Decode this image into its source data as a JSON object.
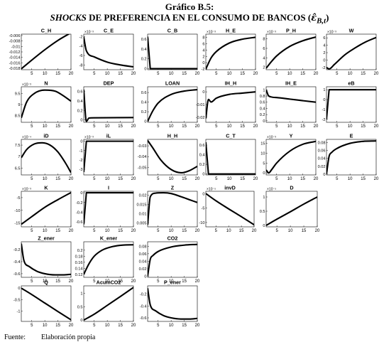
{
  "figure": {
    "number": "Gráfico B.5:",
    "title_italic": "SHOCKS",
    "title_rest": " DE PREFERENCIA EN EL CONSUMO DE BANCOS (",
    "title_symbol": "ε̂",
    "title_subscript": "B,t",
    "title_close": ")"
  },
  "footer": {
    "label": "Fuente:",
    "text": "Elaboración propia"
  },
  "colors": {
    "line": "#000000",
    "axis": "#000000"
  },
  "chart_data": [
    {
      "type": "line",
      "title": "C_H",
      "xticks": [
        5,
        10,
        15,
        20
      ],
      "yticks": [
        "-0.006",
        "-0.008",
        "-0.01",
        "-0.012",
        "-0.014",
        "-0.016",
        "-0.018"
      ],
      "ytick_values": [
        -0.006,
        -0.008,
        -0.01,
        -0.012,
        -0.014,
        -0.016,
        -0.018
      ],
      "xlim": [
        1,
        20
      ],
      "ylim": [
        -0.0185,
        -0.0055
      ],
      "x": [
        1,
        5,
        10,
        15,
        20
      ],
      "y": [
        -0.0182,
        -0.015,
        -0.0112,
        -0.0078,
        -0.005
      ]
    },
    {
      "type": "line",
      "title": "C_E",
      "exponent": "×10⁻³",
      "xticks": [
        5,
        10,
        15,
        20
      ],
      "yticks": [
        "-2",
        "-4",
        "-6",
        "-8"
      ],
      "ytick_values": [
        -2,
        -4,
        -6,
        -8
      ],
      "xlim": [
        1,
        20
      ],
      "ylim": [
        -9,
        -1.5
      ],
      "x": [
        1,
        2,
        5,
        10,
        15,
        20
      ],
      "y": [
        -2.1,
        -5.0,
        -6.3,
        -7.4,
        -8.0,
        -8.4
      ]
    },
    {
      "type": "line",
      "title": "C_B",
      "xticks": [
        5,
        10,
        15,
        20
      ],
      "yticks": [
        "0.6",
        "0.4",
        "0.2",
        "0"
      ],
      "ytick_values": [
        0.6,
        0.4,
        0.2,
        0
      ],
      "xlim": [
        1,
        20
      ],
      "ylim": [
        -0.02,
        0.7
      ],
      "x": [
        1,
        2,
        3,
        20
      ],
      "y": [
        0.65,
        0.0,
        0.0,
        0.0
      ]
    },
    {
      "type": "line",
      "title": "H_E",
      "exponent": "×10⁻³",
      "xticks": [
        5,
        10,
        15,
        20
      ],
      "yticks": [
        "8",
        "6",
        "4",
        "2",
        "0",
        "-2"
      ],
      "ytick_values": [
        8,
        6,
        4,
        2,
        0,
        -2
      ],
      "xlim": [
        1,
        20
      ],
      "ylim": [
        -2.2,
        9
      ],
      "x": [
        1,
        3,
        5,
        10,
        15,
        20
      ],
      "y": [
        -2.0,
        1.5,
        3.5,
        6.2,
        7.4,
        8.0
      ]
    },
    {
      "type": "line",
      "title": "P_H",
      "exponent": "×10⁻³",
      "xticks": [
        5,
        10,
        15,
        20
      ],
      "yticks": [
        "8",
        "6",
        "4",
        "2"
      ],
      "ytick_values": [
        8,
        6,
        4,
        2
      ],
      "xlim": [
        1,
        20
      ],
      "ylim": [
        1.5,
        9
      ],
      "x": [
        1,
        3,
        5,
        10,
        15,
        20
      ],
      "y": [
        1.8,
        3.2,
        4.4,
        6.4,
        7.6,
        8.4
      ]
    },
    {
      "type": "line",
      "title": "W",
      "exponent": "×10⁻³",
      "xticks": [
        5,
        10,
        15,
        20
      ],
      "yticks": [
        "6",
        "4",
        "2",
        "0",
        "-2"
      ],
      "ytick_values": [
        6,
        4,
        2,
        0,
        -2
      ],
      "xlim": [
        1,
        20
      ],
      "ylim": [
        -2.6,
        7
      ],
      "x": [
        1,
        2,
        4,
        8,
        12,
        16,
        20
      ],
      "y": [
        -2.0,
        -2.4,
        -1.2,
        1.4,
        3.3,
        4.9,
        6.1
      ]
    },
    {
      "type": "line",
      "title": "N",
      "exponent": "×10⁻³",
      "xticks": [
        5,
        10,
        15,
        20
      ],
      "yticks": [
        "9.5",
        "9",
        "8.5"
      ],
      "ytick_values": [
        9.5,
        9,
        8.5
      ],
      "xlim": [
        1,
        20
      ],
      "ylim": [
        8.2,
        9.8
      ],
      "x": [
        1,
        3,
        6,
        10,
        14,
        17,
        20
      ],
      "y": [
        8.4,
        9.1,
        9.5,
        9.65,
        9.6,
        9.4,
        9.15
      ]
    },
    {
      "type": "line",
      "title": "DEP",
      "xticks": [
        5,
        10,
        15,
        20
      ],
      "yticks": [
        "0.6",
        "0.4",
        "0.2",
        "0"
      ],
      "ytick_values": [
        0.6,
        0.4,
        0.2,
        0
      ],
      "xlim": [
        1,
        20
      ],
      "ylim": [
        -0.05,
        0.7
      ],
      "x": [
        1,
        2,
        3,
        5,
        20
      ],
      "y": [
        0.64,
        -0.03,
        0.04,
        0.045,
        0.05
      ]
    },
    {
      "type": "line",
      "title": "LOAN",
      "xticks": [
        5,
        10,
        15,
        20
      ],
      "yticks": [
        "0.6",
        "0.4",
        "0.2",
        "0"
      ],
      "ytick_values": [
        0.6,
        0.4,
        0.2,
        0
      ],
      "xlim": [
        1,
        20
      ],
      "ylim": [
        -0.02,
        0.72
      ],
      "x": [
        1,
        3,
        5,
        10,
        15,
        20
      ],
      "y": [
        0.0,
        0.22,
        0.38,
        0.56,
        0.63,
        0.66
      ]
    },
    {
      "type": "line",
      "title": "IH_H",
      "xticks": [
        5,
        10,
        15,
        20
      ],
      "yticks": [
        "0",
        "-0.01",
        "-0.02"
      ],
      "ytick_values": [
        0,
        -0.01,
        -0.02
      ],
      "xlim": [
        1,
        20
      ],
      "ylim": [
        -0.024,
        0.004
      ],
      "x": [
        1,
        2,
        3,
        5,
        10,
        15,
        20
      ],
      "y": [
        -0.021,
        -0.006,
        -0.008,
        -0.005,
        -0.002,
        -0.001,
        0.0
      ]
    },
    {
      "type": "line",
      "title": "IH_E",
      "xticks": [
        5,
        10,
        15,
        20
      ],
      "yticks": [
        "1",
        "0.8",
        "0.6",
        "0.4",
        "0.2",
        "0"
      ],
      "ytick_values": [
        1,
        0.8,
        0.6,
        0.4,
        0.2,
        0
      ],
      "xlim": [
        1,
        20
      ],
      "ylim": [
        -0.05,
        1.1
      ],
      "x": [
        1,
        2,
        5,
        10,
        15,
        20
      ],
      "y": [
        1.0,
        0.8,
        0.75,
        0.7,
        0.65,
        0.6
      ]
    },
    {
      "type": "line",
      "title": "eB",
      "xticks": [
        5,
        10,
        15,
        20
      ],
      "yticks": [
        "1",
        "0",
        "-1",
        "-2"
      ],
      "ytick_values": [
        1,
        0,
        -1,
        -2
      ],
      "xlim": [
        1,
        20
      ],
      "ylim": [
        -2.3,
        1.3
      ],
      "x": [
        1,
        2,
        3,
        20
      ],
      "y": [
        -2.0,
        1.0,
        1.0,
        1.0
      ]
    },
    {
      "type": "line",
      "title": "iD",
      "exponent": "×10⁻⁴",
      "xticks": [
        5,
        10,
        15,
        20
      ],
      "yticks": [
        "7.5",
        "7",
        "6.5"
      ],
      "ytick_values": [
        7.5,
        7,
        6.5
      ],
      "xlim": [
        1,
        20
      ],
      "ylim": [
        6.2,
        7.75
      ],
      "x": [
        1,
        3,
        6,
        9,
        12,
        15,
        18,
        20
      ],
      "y": [
        6.95,
        7.3,
        7.55,
        7.6,
        7.5,
        7.2,
        6.7,
        6.3
      ]
    },
    {
      "type": "line",
      "title": "iL",
      "exponent": "×10⁻³",
      "xticks": [
        5,
        10,
        15,
        20
      ],
      "yticks": [
        "0",
        "-1",
        "-2",
        "-3"
      ],
      "ytick_values": [
        0,
        -1,
        -2,
        -3
      ],
      "xlim": [
        1,
        20
      ],
      "ylim": [
        -3.6,
        0.2
      ],
      "x": [
        1,
        2,
        3,
        20
      ],
      "y": [
        -3.3,
        0.0,
        0.0,
        0.0
      ]
    },
    {
      "type": "line",
      "title": "H_H",
      "xticks": [
        5,
        10,
        15,
        20
      ],
      "yticks": [
        "-0.03",
        "-0.04",
        "-0.05"
      ],
      "ytick_values": [
        -0.03,
        -0.04,
        -0.05
      ],
      "xlim": [
        1,
        20
      ],
      "ylim": [
        -0.057,
        -0.024
      ],
      "x": [
        1,
        3,
        6,
        10,
        14,
        17,
        20
      ],
      "y": [
        -0.025,
        -0.032,
        -0.043,
        -0.052,
        -0.055,
        -0.053,
        -0.049
      ]
    },
    {
      "type": "line",
      "title": "C_T",
      "xticks": [
        5,
        10,
        15,
        20
      ],
      "yticks": [
        "0.6",
        "0.4",
        "0.2",
        "0"
      ],
      "ytick_values": [
        0.6,
        0.4,
        0.2,
        0
      ],
      "xlim": [
        1,
        20
      ],
      "ylim": [
        -0.02,
        0.72
      ],
      "x": [
        1,
        2,
        3,
        20
      ],
      "y": [
        0.66,
        0.0,
        0.0,
        0.0
      ]
    },
    {
      "type": "line",
      "title": "Y",
      "exponent": "×10⁻³",
      "xticks": [
        5,
        10,
        15,
        20
      ],
      "yticks": [
        "15",
        "10",
        "5",
        "0"
      ],
      "ytick_values": [
        15,
        10,
        5,
        0
      ],
      "xlim": [
        1,
        20
      ],
      "ylim": [
        -1,
        17
      ],
      "x": [
        1,
        2,
        3,
        5,
        10,
        15,
        20
      ],
      "y": [
        1.5,
        0.0,
        1.5,
        5.0,
        11.0,
        14.5,
        16.0
      ]
    },
    {
      "type": "line",
      "title": "E",
      "xticks": [
        5,
        10,
        15,
        20
      ],
      "yticks": [
        "0.08",
        "0.06",
        "0.04",
        "0.02",
        "0"
      ],
      "ytick_values": [
        0.08,
        0.06,
        0.04,
        0.02,
        0
      ],
      "xlim": [
        1,
        20
      ],
      "ylim": [
        -0.002,
        0.088
      ],
      "x": [
        1,
        2,
        3,
        5,
        10,
        15,
        20
      ],
      "y": [
        0.0,
        0.045,
        0.055,
        0.065,
        0.078,
        0.083,
        0.084
      ]
    },
    {
      "type": "line",
      "title": "K",
      "exponent": "×10⁻³",
      "xticks": [
        5,
        10,
        15,
        20
      ],
      "yticks": [
        "-5",
        "-10",
        "-15"
      ],
      "ytick_values": [
        -5,
        -10,
        -15
      ],
      "xlim": [
        1,
        20
      ],
      "ylim": [
        -16.5,
        -2.5
      ],
      "x": [
        1,
        5,
        10,
        15,
        20
      ],
      "y": [
        -15.5,
        -12.5,
        -8.8,
        -5.8,
        -3.0
      ]
    },
    {
      "type": "line",
      "title": "I",
      "xticks": [
        5,
        10,
        15,
        20
      ],
      "yticks": [
        "0",
        "-0.2",
        "-0.4",
        "-0.6"
      ],
      "ytick_values": [
        0,
        -0.2,
        -0.4,
        -0.6
      ],
      "xlim": [
        1,
        20
      ],
      "ylim": [
        -0.7,
        0.03
      ],
      "x": [
        1,
        2,
        3,
        20
      ],
      "y": [
        -0.65,
        0.0,
        0.0,
        0.0
      ]
    },
    {
      "type": "line",
      "title": "Z",
      "xticks": [
        5,
        10,
        15,
        20
      ],
      "yticks": [
        "0.02",
        "0.015",
        "0.01",
        "0.005"
      ],
      "ytick_values": [
        0.02,
        0.015,
        0.01,
        0.005
      ],
      "xlim": [
        1,
        20
      ],
      "ylim": [
        0.003,
        0.022
      ],
      "x": [
        1,
        2,
        4,
        7,
        10,
        14,
        17,
        20
      ],
      "y": [
        0.004,
        0.019,
        0.021,
        0.0212,
        0.0208,
        0.019,
        0.0175,
        0.016
      ]
    },
    {
      "type": "line",
      "title": "invD",
      "exponent": "×10⁻⁵",
      "xticks": [
        5,
        10,
        15,
        20
      ],
      "yticks": [
        "0",
        "-5",
        "-10"
      ],
      "ytick_values": [
        0,
        -5,
        -10
      ],
      "xlim": [
        1,
        20
      ],
      "ylim": [
        -11.5,
        0.8
      ],
      "x": [
        1,
        5,
        10,
        15,
        20
      ],
      "y": [
        0.0,
        -2.5,
        -5.3,
        -8.0,
        -10.8
      ]
    },
    {
      "type": "line",
      "title": "D",
      "exponent": "×10⁻⁵",
      "xticks": [
        5,
        10,
        15,
        20
      ],
      "yticks": [
        "1",
        "0.5",
        "0"
      ],
      "ytick_values": [
        1,
        0.5,
        0
      ],
      "xlim": [
        1,
        20
      ],
      "ylim": [
        -0.05,
        1.2
      ],
      "x": [
        1,
        5,
        10,
        15,
        20
      ],
      "y": [
        0.0,
        0.22,
        0.48,
        0.75,
        1.0
      ]
    },
    {
      "type": "line",
      "title": "Z_ener",
      "xticks": [
        5,
        10,
        15,
        20
      ],
      "yticks": [
        "-0.2",
        "-0.4",
        "-0.6"
      ],
      "ytick_values": [
        -0.2,
        -0.4,
        -0.6
      ],
      "xlim": [
        1,
        20
      ],
      "ylim": [
        -0.66,
        -0.07
      ],
      "x": [
        1,
        2,
        4,
        7,
        10,
        14,
        17,
        20
      ],
      "y": [
        -0.1,
        -0.38,
        -0.48,
        -0.56,
        -0.6,
        -0.62,
        -0.62,
        -0.61
      ]
    },
    {
      "type": "line",
      "title": "K_ener",
      "xticks": [
        5,
        10,
        15,
        20
      ],
      "yticks": [
        "0.2",
        "0.18",
        "0.16",
        "0.14",
        "0.12"
      ],
      "ytick_values": [
        0.2,
        0.18,
        0.16,
        0.14,
        0.12
      ],
      "xlim": [
        1,
        20
      ],
      "ylim": [
        0.11,
        0.228
      ],
      "x": [
        1,
        3,
        5,
        8,
        12,
        16,
        20
      ],
      "y": [
        0.12,
        0.155,
        0.18,
        0.2,
        0.212,
        0.217,
        0.218
      ]
    },
    {
      "type": "line",
      "title": "CO2",
      "xticks": [
        5,
        10,
        15,
        20
      ],
      "yticks": [
        "0.08",
        "0.06",
        "0.04",
        "0.02",
        "0"
      ],
      "ytick_values": [
        0.08,
        0.06,
        0.04,
        0.02,
        0
      ],
      "xlim": [
        1,
        20
      ],
      "ylim": [
        -0.003,
        0.092
      ],
      "x": [
        1,
        2,
        3,
        5,
        10,
        15,
        20
      ],
      "y": [
        0.0,
        0.045,
        0.055,
        0.066,
        0.078,
        0.083,
        0.085
      ]
    },
    {
      "type": "line",
      "title": "Q",
      "xticks": [
        5,
        10,
        15,
        20
      ],
      "yticks": [
        "0",
        "-0.5",
        "-1"
      ],
      "ytick_values": [
        0,
        -0.5,
        -1
      ],
      "xlim": [
        1,
        20
      ],
      "ylim": [
        -1.45,
        0.1
      ],
      "x": [
        1,
        5,
        10,
        15,
        20
      ],
      "y": [
        0.0,
        -0.28,
        -0.65,
        -1.02,
        -1.38
      ]
    },
    {
      "type": "line",
      "title": "AcumCO2",
      "xticks": [
        5,
        10,
        15,
        20
      ],
      "yticks": [
        "1",
        "0.5",
        "0"
      ],
      "ytick_values": [
        1,
        0.5,
        0
      ],
      "xlim": [
        1,
        20
      ],
      "ylim": [
        -0.05,
        1.28
      ],
      "x": [
        1,
        5,
        10,
        15,
        20
      ],
      "y": [
        0.0,
        0.22,
        0.55,
        0.88,
        1.22
      ]
    },
    {
      "type": "line",
      "title": "P_ener",
      "xticks": [
        5,
        10,
        15,
        20
      ],
      "yticks": [
        "-0.2",
        "-0.4",
        "-0.6"
      ],
      "ytick_values": [
        -0.2,
        -0.4,
        -0.6
      ],
      "xlim": [
        1,
        20
      ],
      "ylim": [
        -0.66,
        -0.06
      ],
      "x": [
        1,
        2,
        4,
        7,
        10,
        14,
        17,
        20
      ],
      "y": [
        -0.1,
        -0.38,
        -0.48,
        -0.56,
        -0.6,
        -0.62,
        -0.62,
        -0.61
      ]
    }
  ]
}
